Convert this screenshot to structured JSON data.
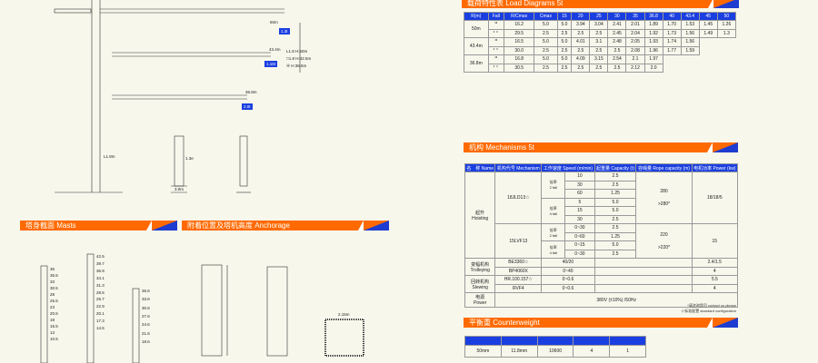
{
  "sections": {
    "load": "载荷特性表 Load Diagrams    5t",
    "mech": "机构 Mechanisms    5t",
    "masts": "塔身截面 Masts",
    "anchor": "附着位置及塔机高度    Anchorage",
    "counter": "平衡重 Counterweight"
  },
  "tower": {
    "jib_lengths": [
      "50m",
      "43.4m",
      "36.8m"
    ],
    "tip_loads": [
      "1.3t",
      "1.15t",
      "2.0t"
    ],
    "heights": [
      "L1.8 H:50m",
      "□1.8 H:42.5m",
      "④ H:36.5m"
    ],
    "base": "L1.8m",
    "mast_label": "1.3e",
    "base_width": "3.0m",
    "anchor_width": "2.15m"
  },
  "load_table": {
    "headers": [
      "R(m)",
      "Fall",
      "R/Cmax",
      "Cmax",
      "15",
      "20",
      "25",
      "30",
      "35",
      "36.8",
      "40",
      "43.4",
      "45",
      "50"
    ],
    "groups": [
      {
        "jib": "50m",
        "rows": [
          [
            "16.2",
            "5.0",
            "5.0",
            "3.94",
            "3.04",
            "2.41",
            "2.01",
            "1.89",
            "1.70",
            "1.53",
            "1.45",
            "1.26"
          ],
          [
            "29.5",
            "2.5",
            "2.5",
            "2.5",
            "2.5",
            "2.45",
            "2.04",
            "1.92",
            "1.73",
            "1.56",
            "1.49",
            "1.3"
          ]
        ]
      },
      {
        "jib": "43.4m",
        "rows": [
          [
            "16.5",
            "5.0",
            "5.0",
            "4.01",
            "3.1",
            "2.48",
            "2.05",
            "1.93",
            "1.74",
            "1.56"
          ],
          [
            "30.0",
            "2.5",
            "2.5",
            "2.5",
            "2.5",
            "2.5",
            "2.08",
            "1.96",
            "1.77",
            "1.59"
          ]
        ]
      },
      {
        "jib": "36.8m",
        "rows": [
          [
            "16.8",
            "5.0",
            "5.0",
            "4.09",
            "3.15",
            "2.54",
            "2.1",
            "1.97"
          ],
          [
            "30.5",
            "2.5",
            "2.5",
            "2.5",
            "2.5",
            "2.5",
            "2.12",
            "2.0"
          ]
        ]
      }
    ]
  },
  "mech_table": {
    "headers": [
      "名　称 Name",
      "机构代号 Mechanism",
      "工作速度 Speed (m/min)",
      "起重量 Capacity (t)",
      "容绳量 Rope capacity (m)",
      "电机功率 Power (kw)"
    ],
    "hoisting": {
      "name": "起升",
      "name_en": "Hoisting",
      "models": [
        {
          "code": "18JLD13☆",
          "rope": [
            "280",
            ">280*"
          ],
          "power": "18/18/5",
          "falls": [
            {
              "cn": "倍率",
              "en": "2 fall",
              "speeds": [
                "10",
                "30",
                "60"
              ],
              "caps": [
                "2.5",
                "2.5",
                "1.25"
              ]
            },
            {
              "cn": "倍率",
              "en": "4 fall",
              "speeds": [
                "5",
                "15",
                "30"
              ],
              "caps": [
                "5.0",
                "5.0",
                "2.5"
              ]
            }
          ]
        },
        {
          "code": "15LVF13",
          "rope": [
            "220",
            ">220*"
          ],
          "power": "15",
          "falls": [
            {
              "cn": "倍率",
              "en": "2 fall",
              "speeds": [
                "0~30",
                "0~60"
              ],
              "caps": [
                "2.5",
                "1.25"
              ]
            },
            {
              "cn": "倍率",
              "en": "4 fall",
              "speeds": [
                "0~15",
                "0~30"
              ],
              "caps": [
                "5.0",
                "2.5"
              ]
            }
          ]
        }
      ]
    },
    "others": [
      {
        "name": "变幅机构",
        "name_en": "Trolleying",
        "rows": [
          [
            "BE3360☆",
            "40/20",
            "2.4/1.5"
          ],
          [
            "BP4060X",
            "0~40",
            "4"
          ]
        ]
      },
      {
        "name": "回转机构",
        "name_en": "Slewing",
        "rows": [
          [
            "HR.100.157☆",
            "0~0.6",
            "5.5"
          ],
          [
            "RVF4",
            "0~0.6",
            "4"
          ]
        ]
      }
    ],
    "power": {
      "name": "电源",
      "name_en": "Power",
      "value": "380V (±10%) /50Hz"
    }
  },
  "notes": [
    "*请咨询我司 contact us please",
    "☆标准配置 standard configuration"
  ],
  "counter_table": {
    "headers": [
      "",
      "",
      "",
      "",
      ""
    ],
    "rows": [
      [
        "50mm",
        "11.8mm",
        "10600",
        "4",
        "1"
      ]
    ]
  },
  "masts": [
    [
      "36",
      "35.5",
      "33",
      "30.5",
      "28",
      "25.5",
      "23",
      "20.5",
      "18",
      "15.5",
      "13",
      "10.5"
    ],
    [
      "42.5",
      "39.7",
      "36.9",
      "34.1",
      "31.3",
      "28.5",
      "25.7",
      "22.9",
      "20.1",
      "17.3",
      "14.5"
    ],
    [
      "36.6",
      "33.6",
      "30.6",
      "27.6",
      "24.6",
      "21.6",
      "18.6"
    ]
  ],
  "colors": {
    "orange": "#ff6a00",
    "blue": "#1a3fe0"
  }
}
